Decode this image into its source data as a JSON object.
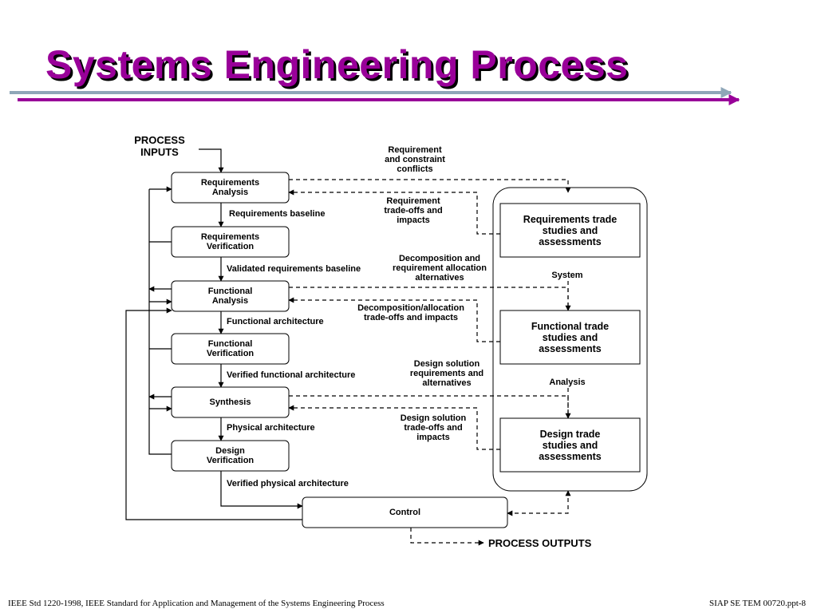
{
  "title": "Systems Engineering Process",
  "colors": {
    "title": "#990099",
    "rule_top": "#8fa7b8",
    "rule_bottom": "#990099"
  },
  "process_inputs": "PROCESS\nINPUTS",
  "process_outputs": "PROCESS OUTPUTS",
  "boxes": {
    "req_analysis": "Requirements\nAnalysis",
    "req_verification": "Requirements\nVerification",
    "func_analysis": "Functional\nAnalysis",
    "func_verification": "Functional\nVerification",
    "synthesis": "Synthesis",
    "design_verification": "Design\nVerification",
    "control": "Control"
  },
  "flow_labels": {
    "req_baseline": "Requirements baseline",
    "validated_baseline": "Validated requirements baseline",
    "func_arch": "Functional architecture",
    "verified_func_arch": "Verified functional architecture",
    "physical_arch": "Physical architecture",
    "verified_phys_arch": "Verified physical architecture"
  },
  "systems_analysis": {
    "req_trade": "Requirements trade\nstudies and\nassessments",
    "func_trade": "Functional trade\nstudies and\nassessments",
    "design_trade": "Design trade\nstudies and\nassessments",
    "system_label": "System",
    "analysis_label": "Analysis"
  },
  "dashed_labels": {
    "req_conflicts": "Requirement\nand constraint\nconflicts",
    "req_tradeoffs": "Requirement\ntrade-offs and\nimpacts",
    "decomp_alternatives": "Decomposition and\nrequirement allocation\nalternatives",
    "decomp_tradeoffs": "Decomposition/allocation\ntrade-offs and impacts",
    "design_alternatives": "Design solution\nrequirements and\nalternatives",
    "design_tradeoffs": "Design solution\ntrade-offs and\nimpacts"
  },
  "footer": {
    "left": "IEEE Std 1220-1998, IEEE Standard for Application and Management of the Systems Engineering Process",
    "right": "SIAP SE TEM 00720.ppt-8"
  }
}
